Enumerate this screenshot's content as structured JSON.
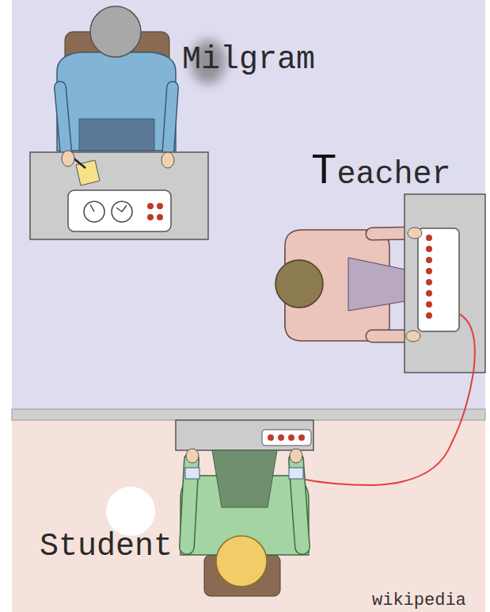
{
  "diagram": {
    "labels": [
      "Milgram",
      "Teacher",
      "Student",
      "wikipedia"
    ]
  }
}
